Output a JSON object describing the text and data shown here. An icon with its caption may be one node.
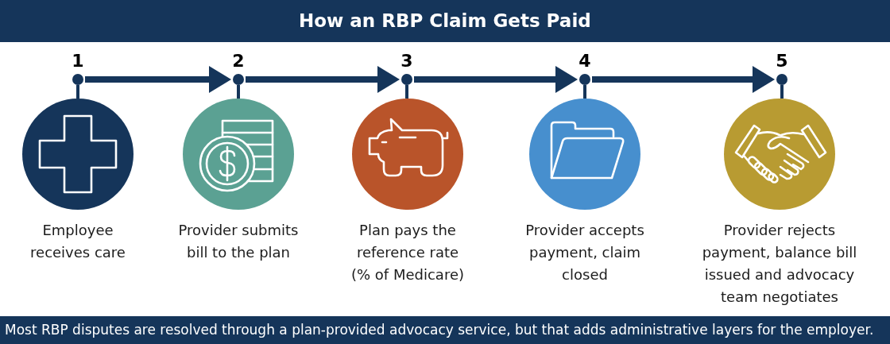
{
  "diagram": {
    "title": "How an RBP Claim Gets Paid",
    "caption": "Most RBP disputes are resolved through a plan-provided advocacy service, but that adds administrative layers for the employer.",
    "nodes": [
      {
        "text": [
          "1"
        ]
      },
      {
        "text": [],
        "shape": "circle",
        "beside": [
          "Employee receives care"
        ]
      },
      {
        "text": [
          "2"
        ]
      },
      {
        "text": [],
        "shape": "circle",
        "beside": [
          "Provider submits bill to the plan"
        ]
      },
      {
        "text": [
          "3"
        ]
      },
      {
        "text": [],
        "shape": "circle",
        "beside": [
          "Plan pays the reference rate (% of Medicare)"
        ]
      },
      {
        "text": [
          "4"
        ]
      },
      {
        "text": [],
        "shape": "circle",
        "beside": [
          "Provider accepts payment, claim closed"
        ]
      },
      {
        "text": [
          "5"
        ]
      },
      {
        "text": [],
        "shape": "circle",
        "beside": [
          "Provider rejects payment, balance bill issued and advocacy team negotiates"
        ]
      }
    ],
    "edges": [
      {
        "from": 0,
        "to": 1,
        "arrow": "none"
      },
      {
        "from": 0,
        "to": 2,
        "arrow": "to",
        "style": "thick"
      },
      {
        "from": 2,
        "to": 3,
        "arrow": "none"
      },
      {
        "from": 2,
        "to": 4,
        "arrow": "to",
        "style": "thick"
      },
      {
        "from": 4,
        "to": 5,
        "arrow": "none"
      },
      {
        "from": 4,
        "to": 6,
        "arrow": "to",
        "style": "thick"
      },
      {
        "from": 6,
        "to": 7,
        "arrow": "none"
      },
      {
        "from": 6,
        "to": 8,
        "arrow": "to",
        "style": "thick"
      },
      {
        "from": 8,
        "to": 9,
        "arrow": "none"
      }
    ]
  }
}
